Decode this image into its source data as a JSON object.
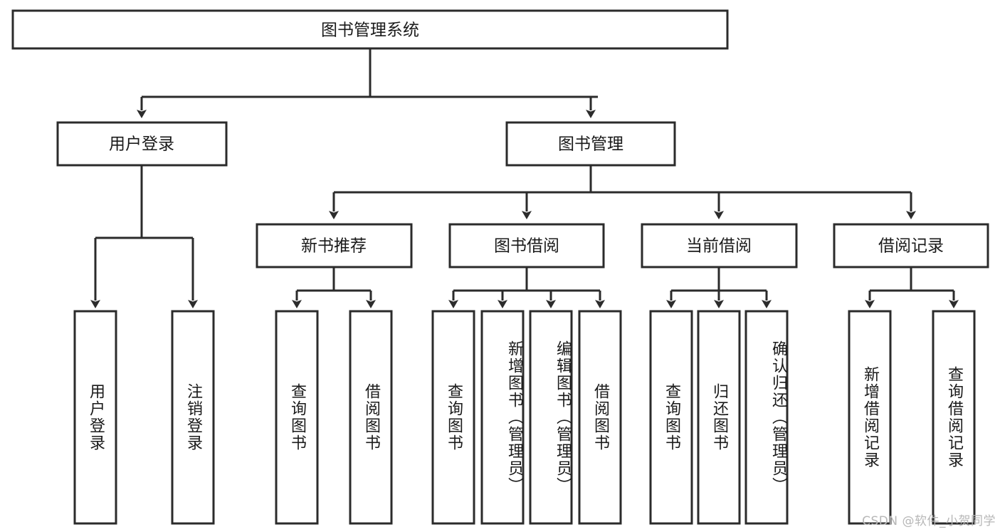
{
  "diagram": {
    "title": "图书管理系统",
    "type": "tree-hierarchy",
    "root": {
      "id": "root",
      "label": "图书管理系统"
    },
    "level2": [
      {
        "id": "user-login",
        "label": "用户登录"
      },
      {
        "id": "book-manage",
        "label": "图书管理"
      }
    ],
    "level3": [
      {
        "id": "new-book-recommend",
        "label": "新书推荐",
        "parent": "book-manage"
      },
      {
        "id": "book-borrow",
        "label": "图书借阅",
        "parent": "book-manage"
      },
      {
        "id": "current-borrow",
        "label": "当前借阅",
        "parent": "book-manage"
      },
      {
        "id": "borrow-record",
        "label": "借阅记录",
        "parent": "book-manage"
      }
    ],
    "leaves": [
      {
        "id": "leaf-user-login",
        "label": "用户登录",
        "parent": "user-login"
      },
      {
        "id": "leaf-user-logout",
        "label": "注销登录",
        "parent": "user-login"
      },
      {
        "id": "leaf-query-book-1",
        "label": "查询图书",
        "parent": "new-book-recommend"
      },
      {
        "id": "leaf-borrow-book-1",
        "label": "借阅图书",
        "parent": "new-book-recommend"
      },
      {
        "id": "leaf-query-book-2",
        "label": "查询图书",
        "parent": "book-borrow"
      },
      {
        "id": "leaf-add-book",
        "label": "新增图书（管理员）",
        "parent": "book-borrow"
      },
      {
        "id": "leaf-edit-book",
        "label": "编辑图书（管理员）",
        "parent": "book-borrow"
      },
      {
        "id": "leaf-borrow-book-2",
        "label": "借阅图书",
        "parent": "book-borrow"
      },
      {
        "id": "leaf-query-book-3",
        "label": "查询图书",
        "parent": "current-borrow"
      },
      {
        "id": "leaf-return-book",
        "label": "归还图书",
        "parent": "current-borrow"
      },
      {
        "id": "leaf-confirm-return",
        "label": "确认归还（管理员）",
        "parent": "current-borrow"
      },
      {
        "id": "leaf-add-record",
        "label": "新增借阅记录",
        "parent": "borrow-record"
      },
      {
        "id": "leaf-query-record",
        "label": "查询借阅记录",
        "parent": "borrow-record"
      }
    ]
  },
  "watermark": {
    "text": "CSDN @软件_小贺同学"
  },
  "colors": {
    "stroke": "#2b2b2b",
    "box_fill": "#ffffff",
    "text": "#1a1a1a",
    "background": "#ffffff",
    "watermark": "#b7b7b7"
  }
}
